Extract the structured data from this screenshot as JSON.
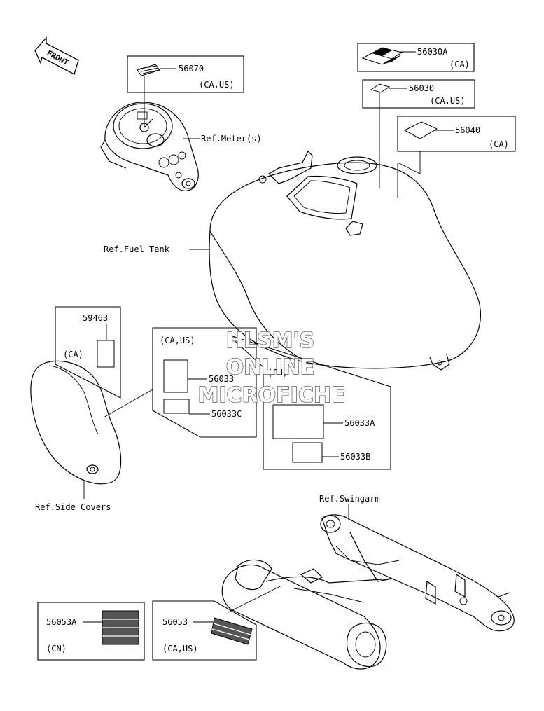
{
  "front_arrow": {
    "label": "FRONT"
  },
  "boxes": {
    "b56070": {
      "part": "56070",
      "market": "(CA,US)"
    },
    "b56030A": {
      "part": "56030A",
      "market": "(CA)"
    },
    "b56030": {
      "part": "56030",
      "market": "(CA,US)"
    },
    "b56040": {
      "part": "56040",
      "market": "(CA)"
    },
    "b59463": {
      "part": "59463",
      "market": "(CA)"
    },
    "bCAUS": {
      "market": "(CA,US)",
      "part1": "56033",
      "part2": "56033C"
    },
    "bCN": {
      "market": "(CN)",
      "part1": "56033A",
      "part2": "56033B"
    },
    "b56053A": {
      "part": "56053A",
      "market": "(CN)"
    },
    "b56053": {
      "part": "56053",
      "market": "(CA,US)"
    }
  },
  "refs": {
    "meter": "Ref.Meter(s)",
    "fuel_tank": "Ref.Fuel Tank",
    "side_covers": "Ref.Side Covers",
    "swingarm": "Ref.Swingarm"
  },
  "watermark": {
    "line1": "HLSM'S",
    "line2": "ONLINE",
    "line3": "MICROFICHE"
  }
}
